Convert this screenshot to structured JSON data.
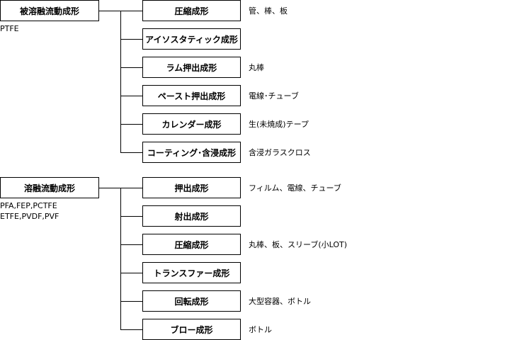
{
  "groups": [
    {
      "category": "被溶融流動成形",
      "materials": [
        "PTFE"
      ],
      "methods": [
        {
          "label": "圧縮成形",
          "note": "管、棒、板"
        },
        {
          "label": "アイソスタティック成形",
          "note": ""
        },
        {
          "label": "ラム押出成形",
          "note": "丸棒"
        },
        {
          "label": "ペースト押出成形",
          "note": "電線･チューブ"
        },
        {
          "label": "カレンダー成形",
          "note": "生(未焼成)テープ"
        },
        {
          "label": "コーティング･含浸成形",
          "note": "含浸ガラスクロス"
        }
      ]
    },
    {
      "category": "溶融流動成形",
      "materials": [
        "PFA,FEP,PCTFE",
        "ETFE,PVDF,PVF"
      ],
      "methods": [
        {
          "label": "押出成形",
          "note": "フィルム、電線、チューブ"
        },
        {
          "label": "射出成形",
          "note": ""
        },
        {
          "label": "圧縮成形",
          "note": "丸棒、板、スリーブ(小LOT)"
        },
        {
          "label": "トランスファー成形",
          "note": ""
        },
        {
          "label": "回転成形",
          "note": "大型容器、ボトル"
        },
        {
          "label": "ブロー成形",
          "note": "ボトル"
        }
      ]
    }
  ]
}
